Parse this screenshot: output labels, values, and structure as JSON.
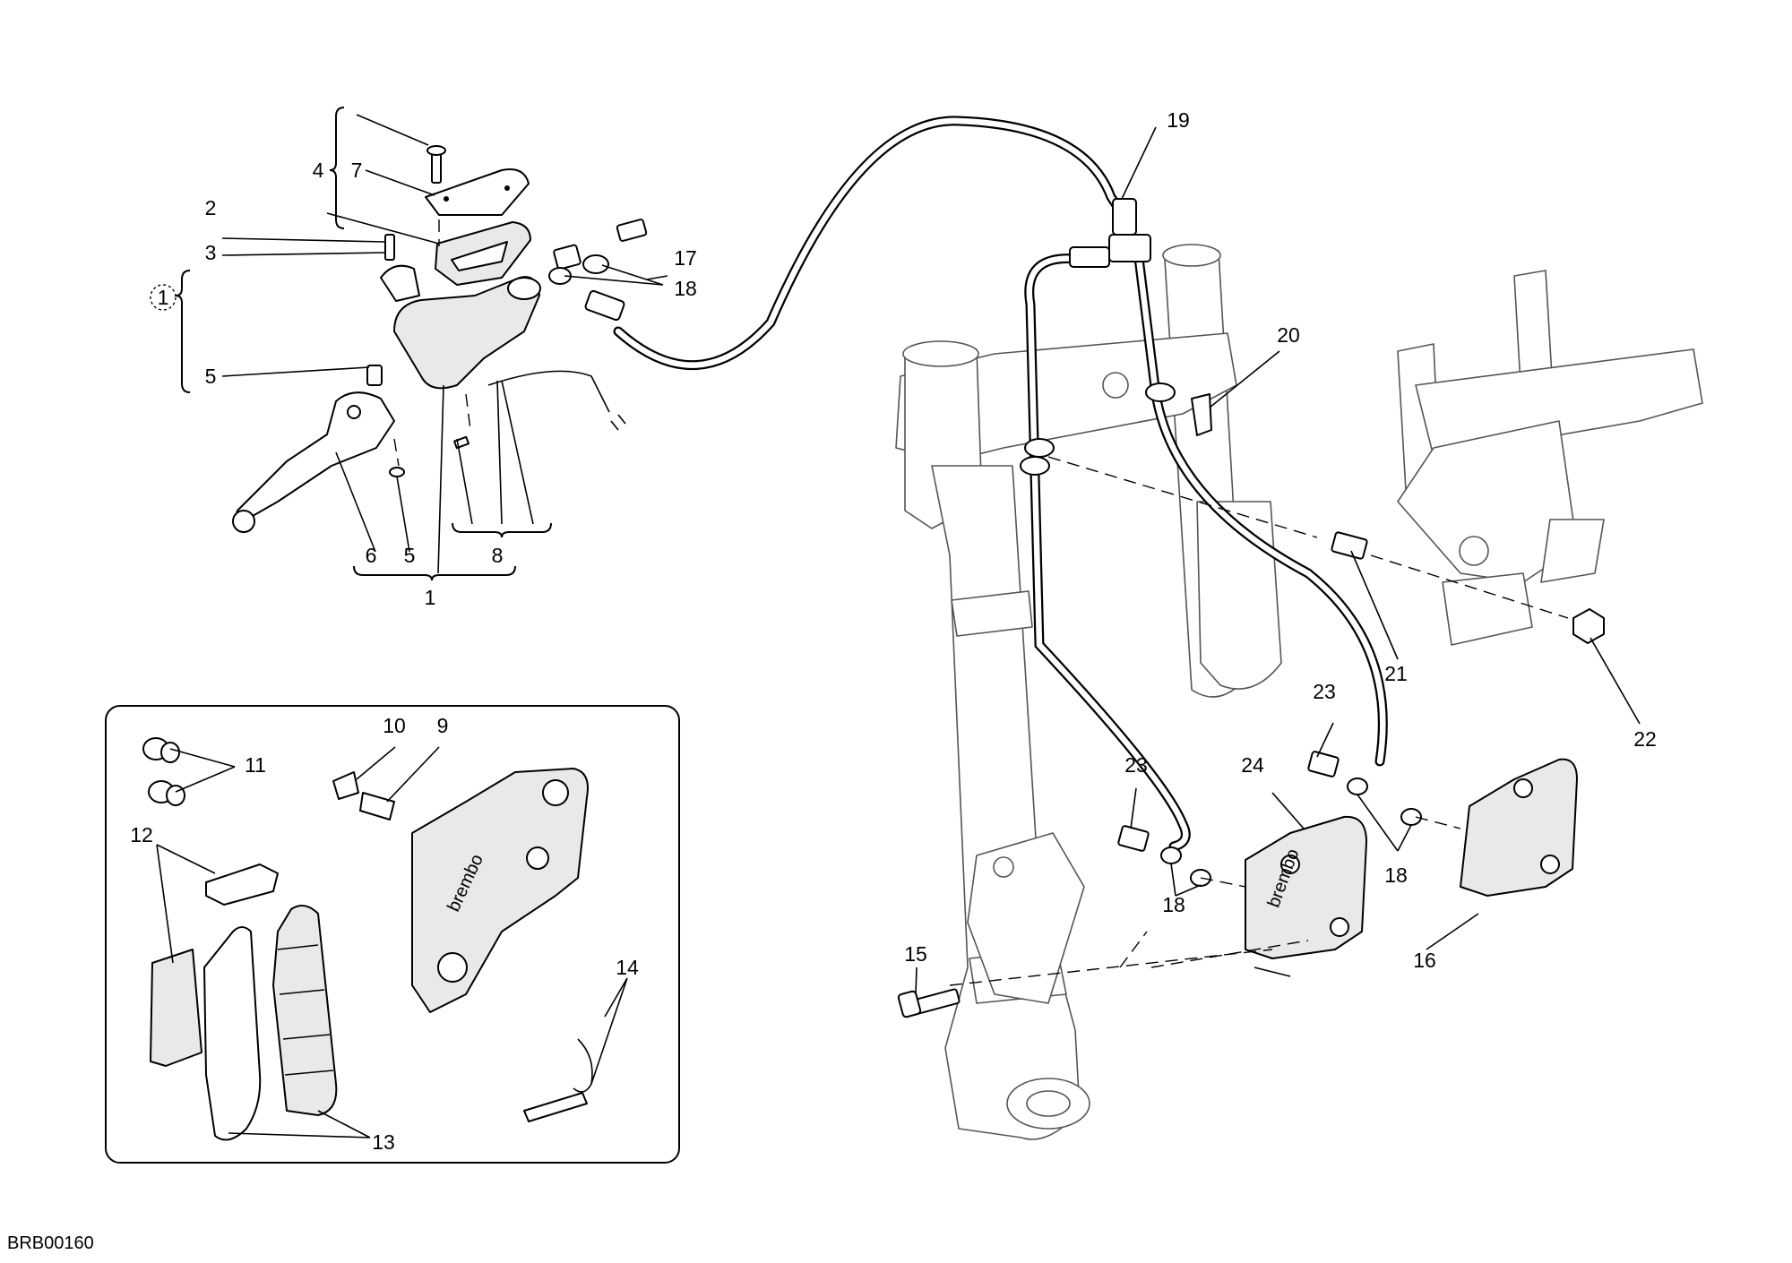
{
  "diagram_code": "BRB00160",
  "callouts": {
    "c1": "1",
    "c1_group": "1",
    "c2": "2",
    "c3": "3",
    "c4": "4",
    "c5a": "5",
    "c5b": "5",
    "c6": "6",
    "c7": "7",
    "c8": "8",
    "c9": "9",
    "c10": "10",
    "c11": "11",
    "c12": "12",
    "c13": "13",
    "c14": "14",
    "c15": "15",
    "c16": "16",
    "c17": "17",
    "c18a": "18",
    "c18b": "18",
    "c18c": "18",
    "c19": "19",
    "c20": "20",
    "c21": "21",
    "c22": "22",
    "c23a": "23",
    "c23b": "23",
    "c24": "24"
  },
  "caliper_brand": "brembo"
}
